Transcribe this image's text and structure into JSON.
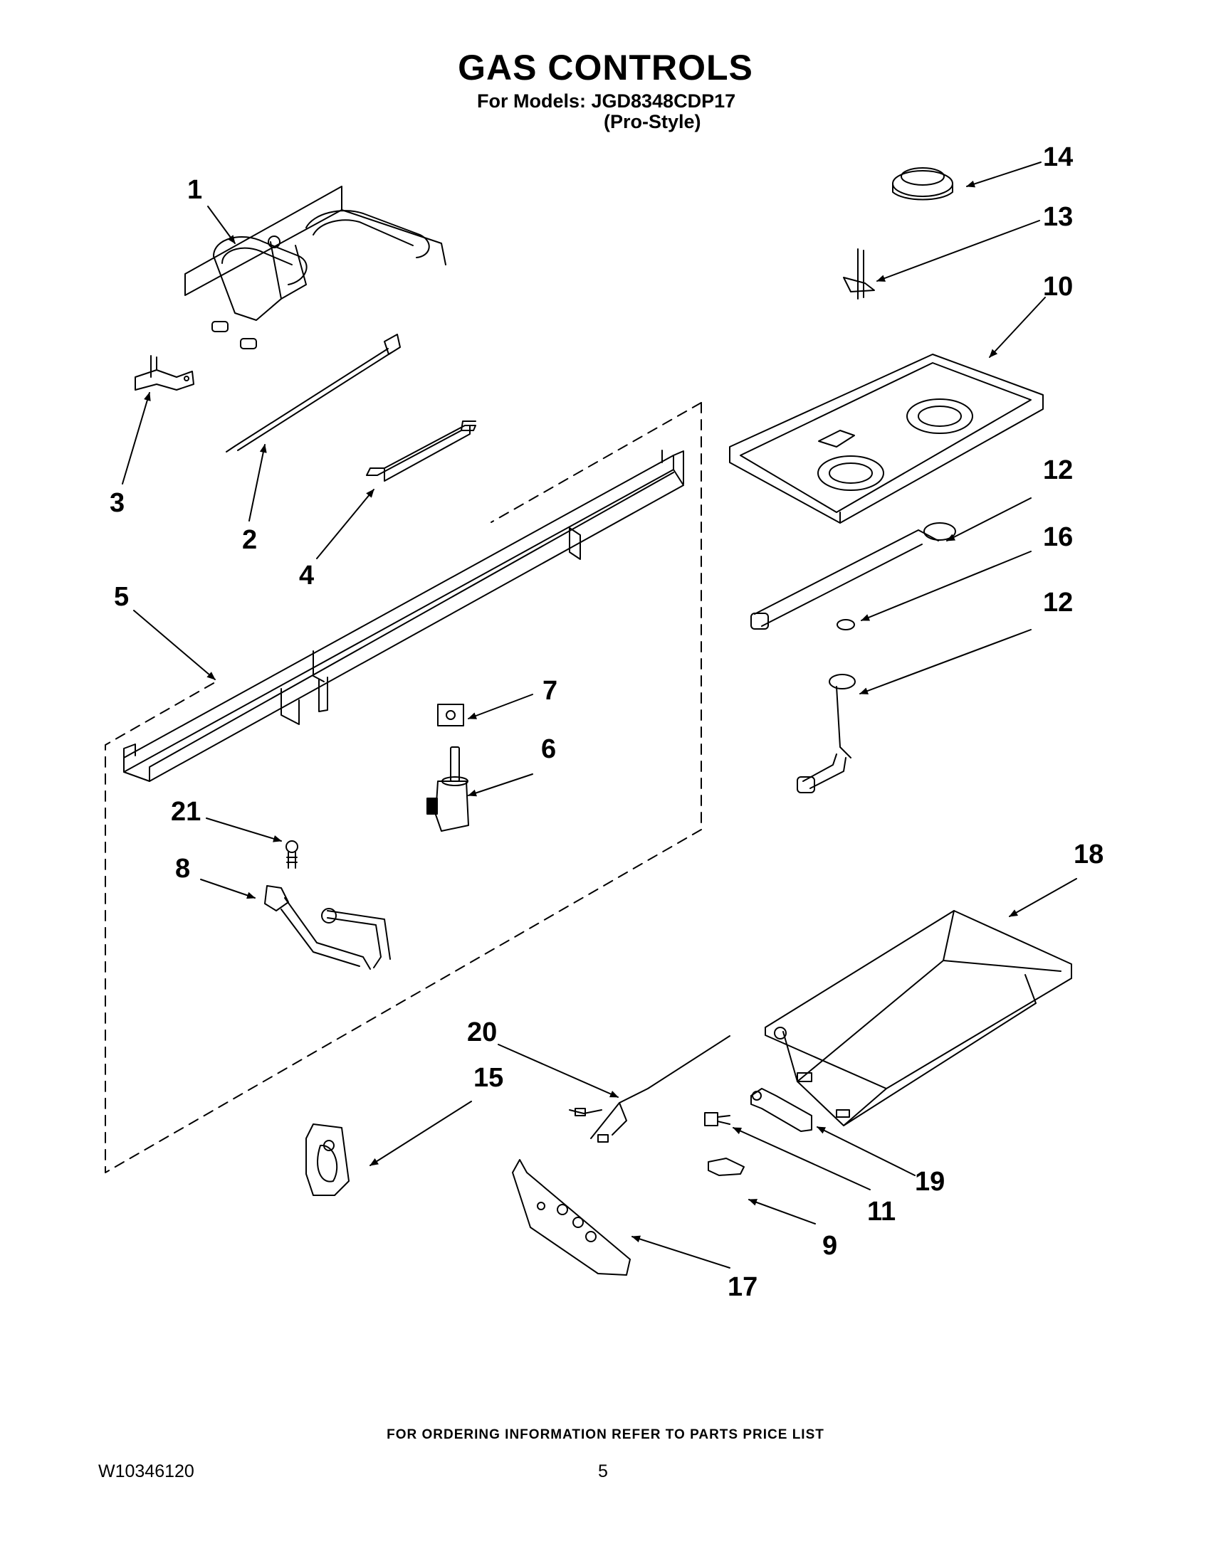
{
  "header": {
    "title": "GAS CONTROLS",
    "models_line": "For Models: JGD8348CDP17",
    "style_line": "(Pro-Style)"
  },
  "callouts": [
    "1",
    "2",
    "3",
    "4",
    "5",
    "6",
    "7",
    "8",
    "9",
    "10",
    "11",
    "12",
    "12",
    "13",
    "14",
    "15",
    "16",
    "17",
    "18",
    "19",
    "20",
    "21"
  ],
  "footer": {
    "ordering_note": "FOR ORDERING INFORMATION REFER TO PARTS PRICE LIST",
    "document_number": "W10346120",
    "page_number": "5"
  }
}
